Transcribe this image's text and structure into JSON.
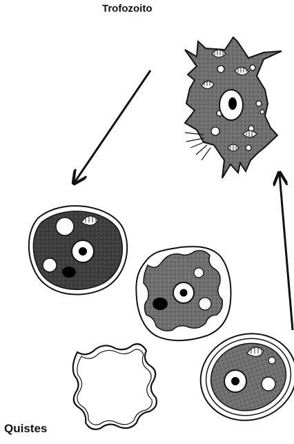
{
  "labels": {
    "trophozoite": "Trofozoito",
    "cysts": "Quistes"
  },
  "colors": {
    "ink": "#111111",
    "cytoplasm": "#6b6b6b",
    "cytoplasm_dark": "#3a3a3a",
    "vacuole": "#ffffff",
    "background": "#ffffff"
  },
  "figure": {
    "items": [
      "trophozoite",
      "cyst-round",
      "cyst-scalloped",
      "cyst-double-wall",
      "empty-cyst-wall"
    ],
    "arrows": [
      "trophozoite-to-cyst",
      "cyst-to-trophozoite"
    ]
  }
}
